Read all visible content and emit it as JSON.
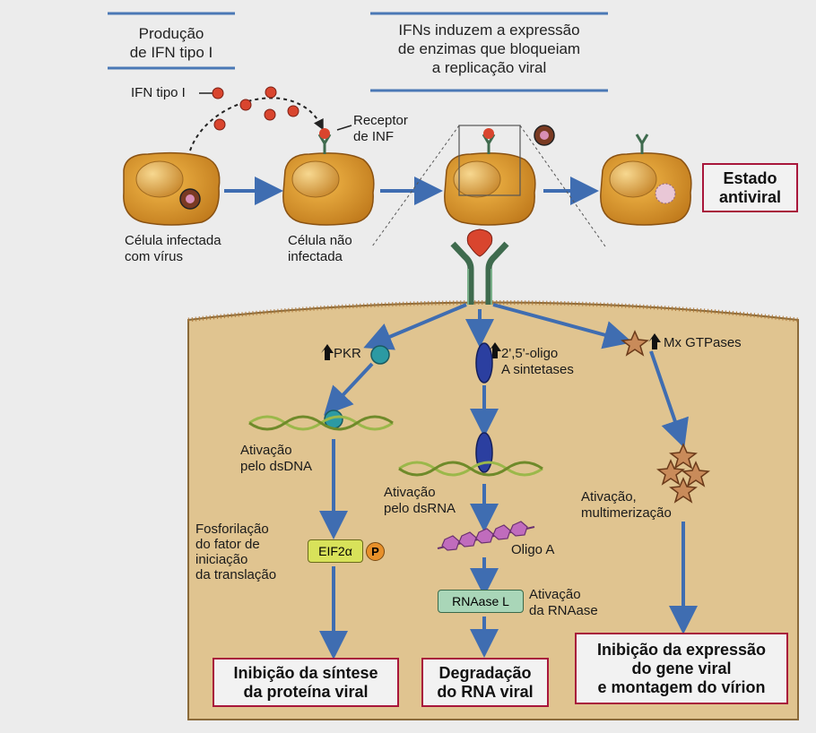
{
  "headers": {
    "left": "Produção\nde IFN tipo I",
    "right": "IFNs induzem a expressão\nde enzimas que bloqueiam\na replicação viral"
  },
  "labels": {
    "ifn_tipo_i": "IFN tipo I",
    "receptor": "Receptor\nde INF",
    "infected_cell": "Célula infectada\ncom vírus",
    "uninfected_cell": "Célula não\ninfectada",
    "pkr": "PKR",
    "oligo_sintetases": "2',5'-oligo\nA sintetases",
    "mx_gtpases": "Mx GTPases",
    "ativacao_dsdna": "Ativação\npelo dsDNA",
    "ativacao_dsrna": "Ativação\npelo dsRNA",
    "ativacao_multimerizacao": "Ativação,\nmultimerização",
    "fosforilacao": "Fosforilação\ndo fator de\niniciação\nda translação",
    "eif2a": "EIF2α",
    "p": "P",
    "oligo_a": "Oligo A",
    "rnaase_l": "RNAase L",
    "ativacao_rnaase": "Ativação\nda RNAase"
  },
  "boxes": {
    "estado_antiviral": "Estado\nantiviral",
    "inibicao_sintese": "Inibição da síntese\nda proteína viral",
    "degradacao": "Degradação\ndo RNA viral",
    "inibicao_expressao": "Inibição da expressão\ndo gene viral\ne montagem do vírion"
  },
  "colors": {
    "background": "#ececec",
    "cell": "#d9962a",
    "cytoplasm": "#e0c490",
    "arrow": "#3f6db1",
    "box_border": "#a8173b",
    "receptor": "#3f6b4e",
    "ifn": "#d9452e",
    "pkr": "#2c9aa3",
    "oligo_synthetase": "#2b3fa0",
    "oligo_a": "#c06cbd",
    "mx_gtpase": "#c98b5a",
    "eif2a_fill": "#d8e25a",
    "rnaase_fill": "#a9d6b8"
  }
}
